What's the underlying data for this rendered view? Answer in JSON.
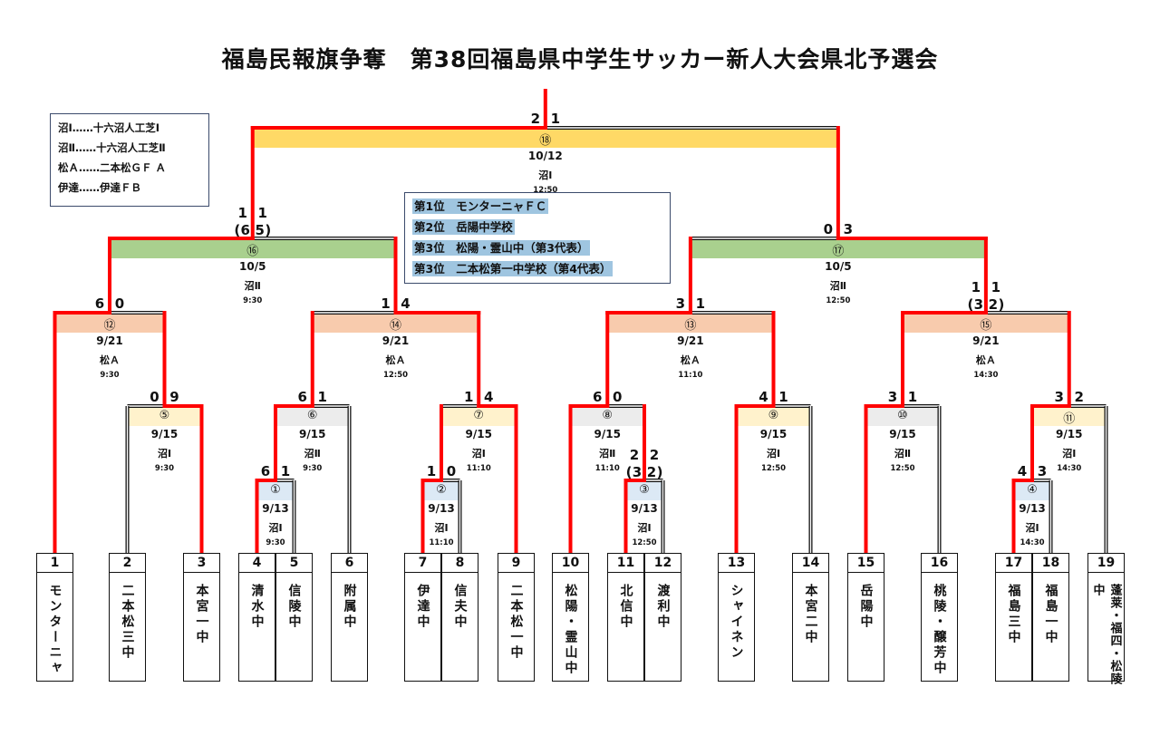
{
  "title": "福島民報旗争奪　第38回福島県中学生サッカー新人大会県北予選会",
  "legend": [
    "沼Ⅰ……十六沼人工芝Ⅰ",
    "沼Ⅱ……十六沼人工芝Ⅱ",
    "松Ａ……二本松ＧＦ Ａ",
    "伊達……伊達ＦＢ"
  ],
  "results": [
    {
      "rank": "第1位",
      "team": "モンターニャＦＣ"
    },
    {
      "rank": "第2位",
      "team": "岳陽中学校"
    },
    {
      "rank": "第3位",
      "team": "松陽・霊山中（第3代表）"
    },
    {
      "rank": "第3位",
      "team": "二本松第一中学校（第4代表）"
    }
  ],
  "colors": {
    "winner_line": "#ff0000",
    "line": "#111111"
  },
  "teams": [
    {
      "no": "1",
      "name": "モンターニャ"
    },
    {
      "no": "2",
      "name": "二本松三中"
    },
    {
      "no": "3",
      "name": "本宮一中"
    },
    {
      "no": "4",
      "name": "清水中"
    },
    {
      "no": "5",
      "name": "信陵中"
    },
    {
      "no": "6",
      "name": "附属中"
    },
    {
      "no": "7",
      "name": "伊達中"
    },
    {
      "no": "8",
      "name": "信夫中"
    },
    {
      "no": "9",
      "name": "二本松一中"
    },
    {
      "no": "10",
      "name": "松陽・霊山中"
    },
    {
      "no": "11",
      "name": "北信中"
    },
    {
      "no": "12",
      "name": "渡利中"
    },
    {
      "no": "13",
      "name": "シャイネン"
    },
    {
      "no": "14",
      "name": "本宮二中"
    },
    {
      "no": "15",
      "name": "岳陽中"
    },
    {
      "no": "16",
      "name": "桃陵・醸芳中"
    },
    {
      "no": "17",
      "name": "福島三中"
    },
    {
      "no": "18",
      "name": "福島一中"
    },
    {
      "no": "19",
      "name": "蓬莱・福四・松陵中"
    }
  ],
  "matches": [
    {
      "no": 1,
      "mark": "①",
      "left": {
        "team": 4
      },
      "right": {
        "team": 5
      },
      "score": [
        "6",
        "1"
      ],
      "pk": null,
      "winner": "left",
      "date": "9/13",
      "venue": "沼Ⅰ",
      "time": "9:30",
      "band": "#dce9f5"
    },
    {
      "no": 2,
      "mark": "②",
      "left": {
        "team": 7
      },
      "right": {
        "team": 8
      },
      "score": [
        "1",
        "0"
      ],
      "pk": null,
      "winner": "left",
      "date": "9/13",
      "venue": "沼Ⅰ",
      "time": "11:10",
      "band": "#dce9f5"
    },
    {
      "no": 3,
      "mark": "③",
      "left": {
        "team": 11
      },
      "right": {
        "team": 12
      },
      "score": [
        "2",
        "2"
      ],
      "pk": [
        "3",
        "2"
      ],
      "winner": "left",
      "date": "9/13",
      "venue": "沼Ⅰ",
      "time": "12:50",
      "band": "#dce9f5"
    },
    {
      "no": 4,
      "mark": "④",
      "left": {
        "team": 17
      },
      "right": {
        "team": 18
      },
      "score": [
        "4",
        "3"
      ],
      "pk": null,
      "winner": "left",
      "date": "9/13",
      "venue": "沼Ⅰ",
      "time": "14:30",
      "band": "#dce9f5"
    },
    {
      "no": 5,
      "mark": "⑤",
      "left": {
        "team": 2
      },
      "right": {
        "team": 3
      },
      "score": [
        "0",
        "9"
      ],
      "pk": null,
      "winner": "right",
      "date": "9/15",
      "venue": "沼Ⅰ",
      "time": "9:30",
      "band": "#fff2cc"
    },
    {
      "no": 6,
      "mark": "⑥",
      "left": {
        "match": 1
      },
      "right": {
        "team": 6
      },
      "score": [
        "6",
        "1"
      ],
      "pk": null,
      "winner": "left",
      "date": "9/15",
      "venue": "沼Ⅱ",
      "time": "9:30",
      "band": "#ececec"
    },
    {
      "no": 7,
      "mark": "⑦",
      "left": {
        "match": 2
      },
      "right": {
        "team": 9
      },
      "score": [
        "1",
        "4"
      ],
      "pk": null,
      "winner": "right",
      "date": "9/15",
      "venue": "沼Ⅰ",
      "time": "11:10",
      "band": "#fff2cc"
    },
    {
      "no": 8,
      "mark": "⑧",
      "left": {
        "team": 10
      },
      "right": {
        "match": 3
      },
      "score": [
        "6",
        "0"
      ],
      "pk": null,
      "winner": "left",
      "date": "9/15",
      "venue": "沼Ⅱ",
      "time": "11:10",
      "band": "#ececec"
    },
    {
      "no": 9,
      "mark": "⑨",
      "left": {
        "team": 13
      },
      "right": {
        "team": 14
      },
      "score": [
        "4",
        "1"
      ],
      "pk": null,
      "winner": "left",
      "date": "9/15",
      "venue": "沼Ⅰ",
      "time": "12:50",
      "band": "#fff2cc"
    },
    {
      "no": 10,
      "mark": "⑩",
      "left": {
        "team": 15
      },
      "right": {
        "team": 16
      },
      "score": [
        "3",
        "1"
      ],
      "pk": null,
      "winner": "left",
      "date": "9/15",
      "venue": "沼Ⅱ",
      "time": "12:50",
      "band": "#ececec"
    },
    {
      "no": 11,
      "mark": "⑪",
      "left": {
        "match": 4
      },
      "right": {
        "team": 19
      },
      "score": [
        "3",
        "2"
      ],
      "pk": null,
      "winner": "left",
      "date": "9/15",
      "venue": "沼Ⅰ",
      "time": "14:30",
      "band": "#fff2cc"
    },
    {
      "no": 12,
      "mark": "⑫",
      "left": {
        "team": 1
      },
      "right": {
        "match": 5
      },
      "score": [
        "6",
        "0"
      ],
      "pk": null,
      "winner": "left",
      "date": "9/21",
      "venue": "松Ａ",
      "time": "9:30",
      "band": "#f8cbad"
    },
    {
      "no": 13,
      "mark": "⑬",
      "left": {
        "match": 8
      },
      "right": {
        "match": 9
      },
      "score": [
        "3",
        "1"
      ],
      "pk": null,
      "winner": "left",
      "date": "9/21",
      "venue": "松Ａ",
      "time": "11:10",
      "band": "#f8cbad"
    },
    {
      "no": 14,
      "mark": "⑭",
      "left": {
        "match": 6
      },
      "right": {
        "match": 7
      },
      "score": [
        "1",
        "4"
      ],
      "pk": null,
      "winner": "right",
      "date": "9/21",
      "venue": "松Ａ",
      "time": "12:50",
      "band": "#f8cbad"
    },
    {
      "no": 15,
      "mark": "⑮",
      "left": {
        "match": 10
      },
      "right": {
        "match": 11
      },
      "score": [
        "1",
        "1"
      ],
      "pk": [
        "3",
        "2"
      ],
      "winner": "left",
      "date": "9/21",
      "venue": "松Ａ",
      "time": "14:30",
      "band": "#f8cbad"
    },
    {
      "no": 16,
      "mark": "⑯",
      "left": {
        "match": 12
      },
      "right": {
        "match": 14
      },
      "score": [
        "1",
        "1"
      ],
      "pk": [
        "6",
        "5"
      ],
      "winner": "left",
      "date": "10/5",
      "venue": "沼Ⅱ",
      "time": "9:30",
      "band": "#a9d08e"
    },
    {
      "no": 17,
      "mark": "⑰",
      "left": {
        "match": 13
      },
      "right": {
        "match": 15
      },
      "score": [
        "0",
        "3"
      ],
      "pk": null,
      "winner": "right",
      "date": "10/5",
      "venue": "沼Ⅱ",
      "time": "12:50",
      "band": "#a9d08e"
    },
    {
      "no": 18,
      "mark": "⑱",
      "left": {
        "match": 16
      },
      "right": {
        "match": 17
      },
      "score": [
        "2",
        "1"
      ],
      "pk": null,
      "winner": "left",
      "date": "10/12",
      "venue": "沼Ⅰ",
      "time": "12:50",
      "band": "#ffd966"
    }
  ]
}
